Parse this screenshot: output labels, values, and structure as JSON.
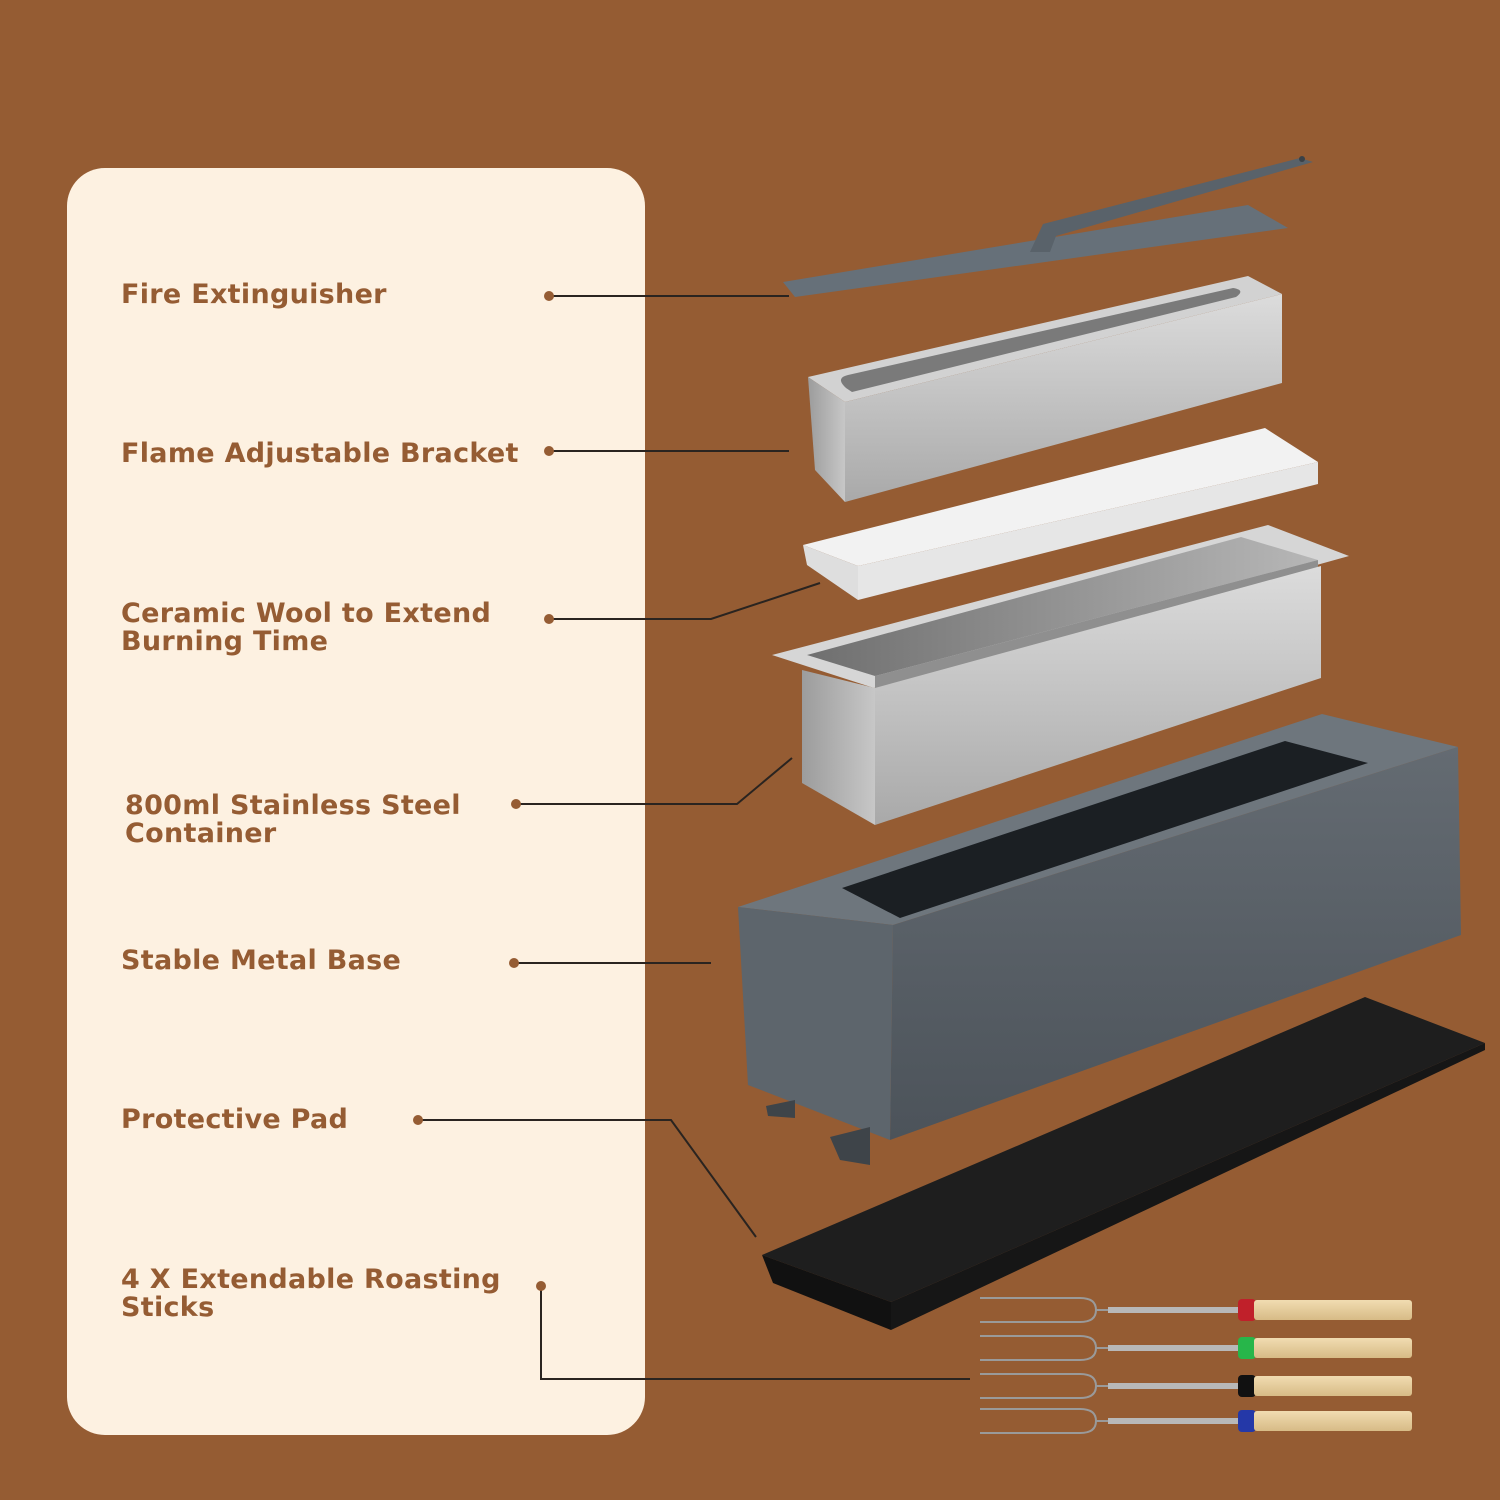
{
  "components": [
    {
      "id": "fire-extinguisher",
      "label": "Fire Extinguisher"
    },
    {
      "id": "flame-adjustable-bracket",
      "label": "Flame Adjustable Bracket"
    },
    {
      "id": "ceramic-wool",
      "label": "Ceramic Wool to Extend\nBurning Time"
    },
    {
      "id": "stainless-container",
      "label": "800ml Stainless Steel\nContainer"
    },
    {
      "id": "metal-base",
      "label": "Stable Metal Base"
    },
    {
      "id": "protective-pad",
      "label": "Protective Pad"
    },
    {
      "id": "roasting-sticks",
      "label": "4 X Extendable Roasting\nSticks"
    }
  ],
  "stick_grip_colors": [
    "#c0202a",
    "#27b64a",
    "#111111",
    "#2438a8"
  ],
  "colors": {
    "background": "#955c33",
    "panel": "#fdf1e1",
    "label_text": "#955c33",
    "leader_line": "#2a2420"
  }
}
